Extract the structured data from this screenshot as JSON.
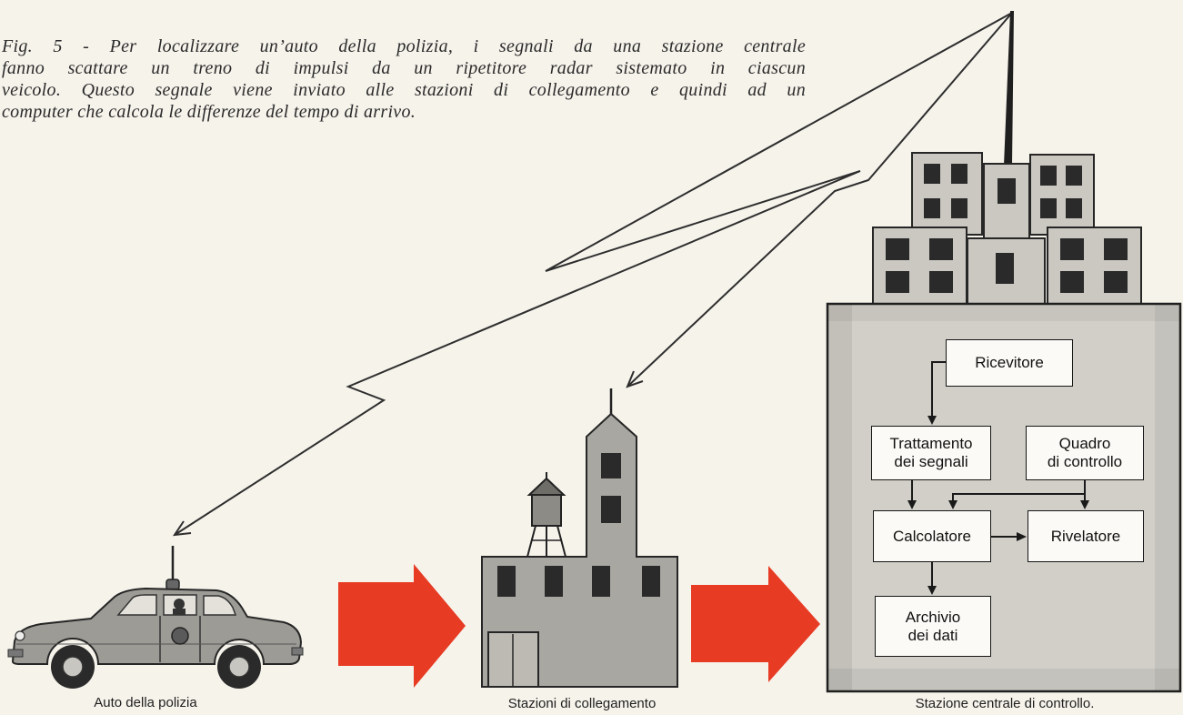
{
  "figure": {
    "caption_lines": [
      "Fig. 5 - Per localizzare un’auto della polizia, i segnali da una stazione centrale",
      "fanno scattare un treno di impulsi da un ripetitore radar sistemato in ciascun",
      "veicolo. Questo segnale viene inviato alle stazioni di collegamento e quindi ad un",
      "computer che calcola le differenze del tempo di arrivo."
    ]
  },
  "labels": {
    "police_car": "Auto della polizia",
    "relay_stations": "Stazioni di collegamento",
    "central_station": "Stazione centrale di controllo."
  },
  "flowchart": {
    "receiver": [
      "Ricevitore"
    ],
    "signal_processing": [
      "Trattamento",
      "dei segnali"
    ],
    "control_panel": [
      "Quadro",
      "di controllo"
    ],
    "calculator": [
      "Calcolatore"
    ],
    "detector": [
      "Rivelatore"
    ],
    "data_archive": [
      "Archivio",
      "dei dati"
    ]
  },
  "colors": {
    "background": "#f6f3eb",
    "arrow_red": "#e73b24",
    "building_gray": "#a9a7a1",
    "panel_gray": "#d1cfc8",
    "ink": "#222222"
  }
}
